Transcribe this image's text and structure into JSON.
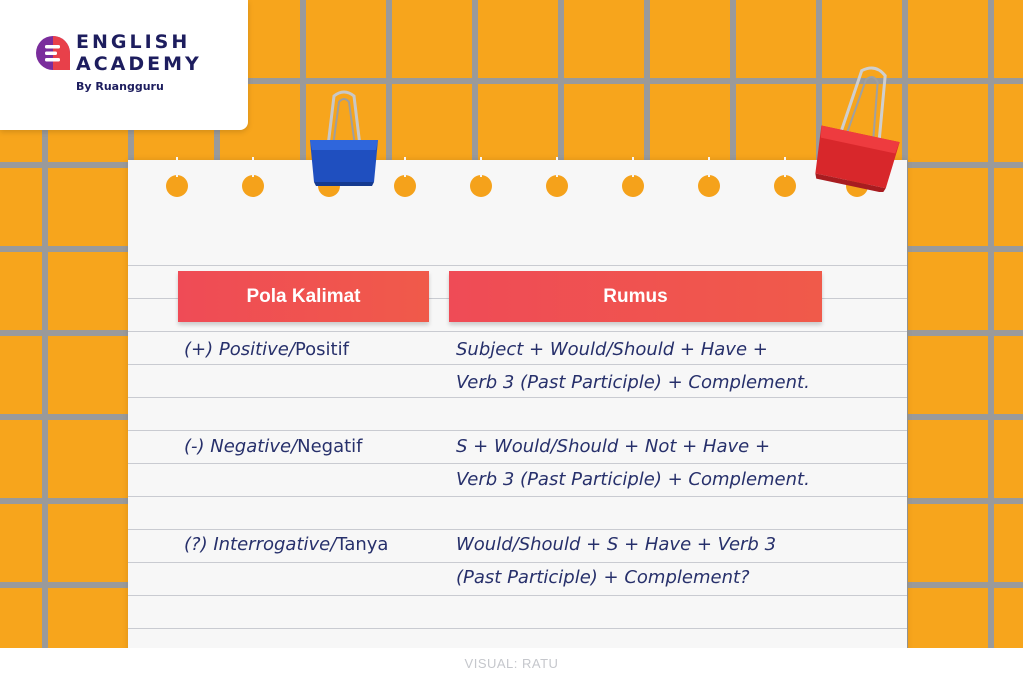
{
  "logo": {
    "line1": "ENGLISH",
    "line2": "ACADEMY",
    "sub": "By Ruangguru"
  },
  "table": {
    "headers": [
      "Pola Kalimat",
      "Rumus"
    ],
    "rows": [
      {
        "type_prefix": "(+) Positive/",
        "type_native": "Positif",
        "formula_line1": "Subject + Would/Should + Have +",
        "formula_line2": "Verb 3 (Past Participle) + Complement."
      },
      {
        "type_prefix": "(-) Negative/",
        "type_native": "Negatif",
        "formula_line1": "S + Would/Should + Not + Have +",
        "formula_line2": "Verb 3 (Past Participle) + Complement."
      },
      {
        "type_prefix": "(?) Interrogative/",
        "type_native": "Tanya",
        "formula_line1": "Would/Should + S + Have + Verb 3",
        "formula_line2": "(Past Participle) + Complement?"
      }
    ]
  },
  "credit": "VISUAL: RATU",
  "colors": {
    "background_orange": "#f7a51c",
    "header_red": "#ef4b56",
    "text_navy": "#27306b",
    "clip_blue": "#1f4fbf",
    "clip_red": "#d8272b"
  }
}
